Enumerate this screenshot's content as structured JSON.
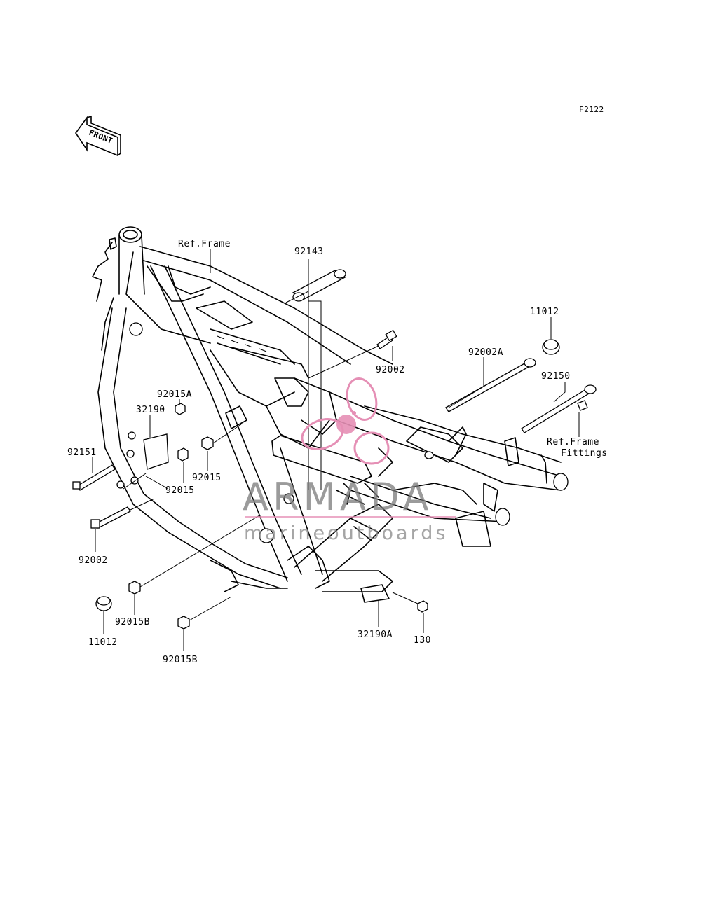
{
  "diagram_code": "F2122",
  "front_arrow_label": "FRONT",
  "labels": {
    "ref_frame": "Ref.Frame",
    "p92143": "92143",
    "p11012_top": "11012",
    "p92002_top": "92002",
    "p92002A": "92002A",
    "p92150": "92150",
    "ref_frame_fittings_1": "Ref.Frame",
    "ref_frame_fittings_2": "Fittings",
    "p92015A": "92015A",
    "p32190": "32190",
    "p92151": "92151",
    "p92015_a": "92015",
    "p92015_b": "92015",
    "p92002_left": "92002",
    "p92015B_a": "92015B",
    "p11012_bottom": "11012",
    "p92015B_b": "92015B",
    "p32190A": "32190A",
    "p130": "130"
  },
  "watermark": {
    "brand": "ARMADA",
    "tagline": "marineoutboards",
    "accent_color": "#e58fb5"
  }
}
